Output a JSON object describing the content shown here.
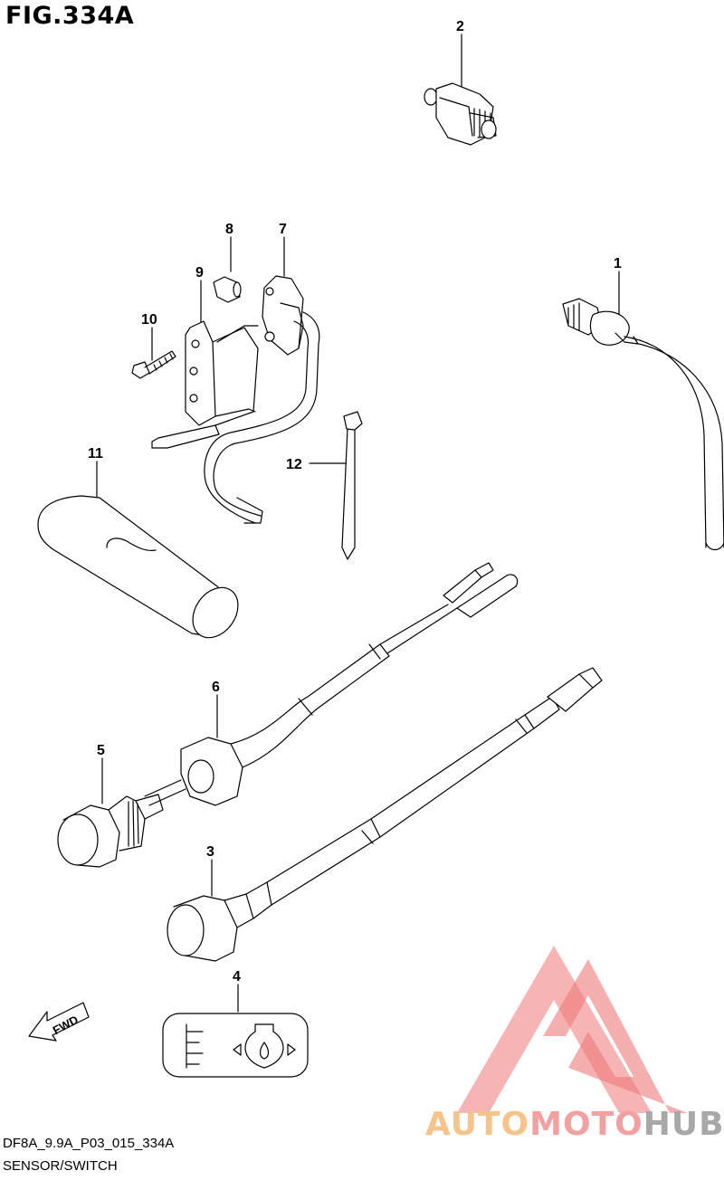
{
  "header": {
    "figure": "FIG.334A"
  },
  "footer": {
    "code": "DF8A_9.9A_P03_015_334A",
    "name": "SENSOR/SWITCH"
  },
  "callouts": [
    "1",
    "2",
    "3",
    "4",
    "5",
    "6",
    "7",
    "8",
    "9",
    "10",
    "11",
    "12"
  ],
  "decal": {
    "fwd": "FWD"
  },
  "watermark": {
    "part1": "AUTO",
    "part2": "MOTO",
    "part3": "HUB"
  },
  "colors": {
    "line": "#000000",
    "watermark_red": "#f07a7a",
    "watermark_orange": "#f6c38a",
    "watermark_gray": "#a8a8a8"
  }
}
